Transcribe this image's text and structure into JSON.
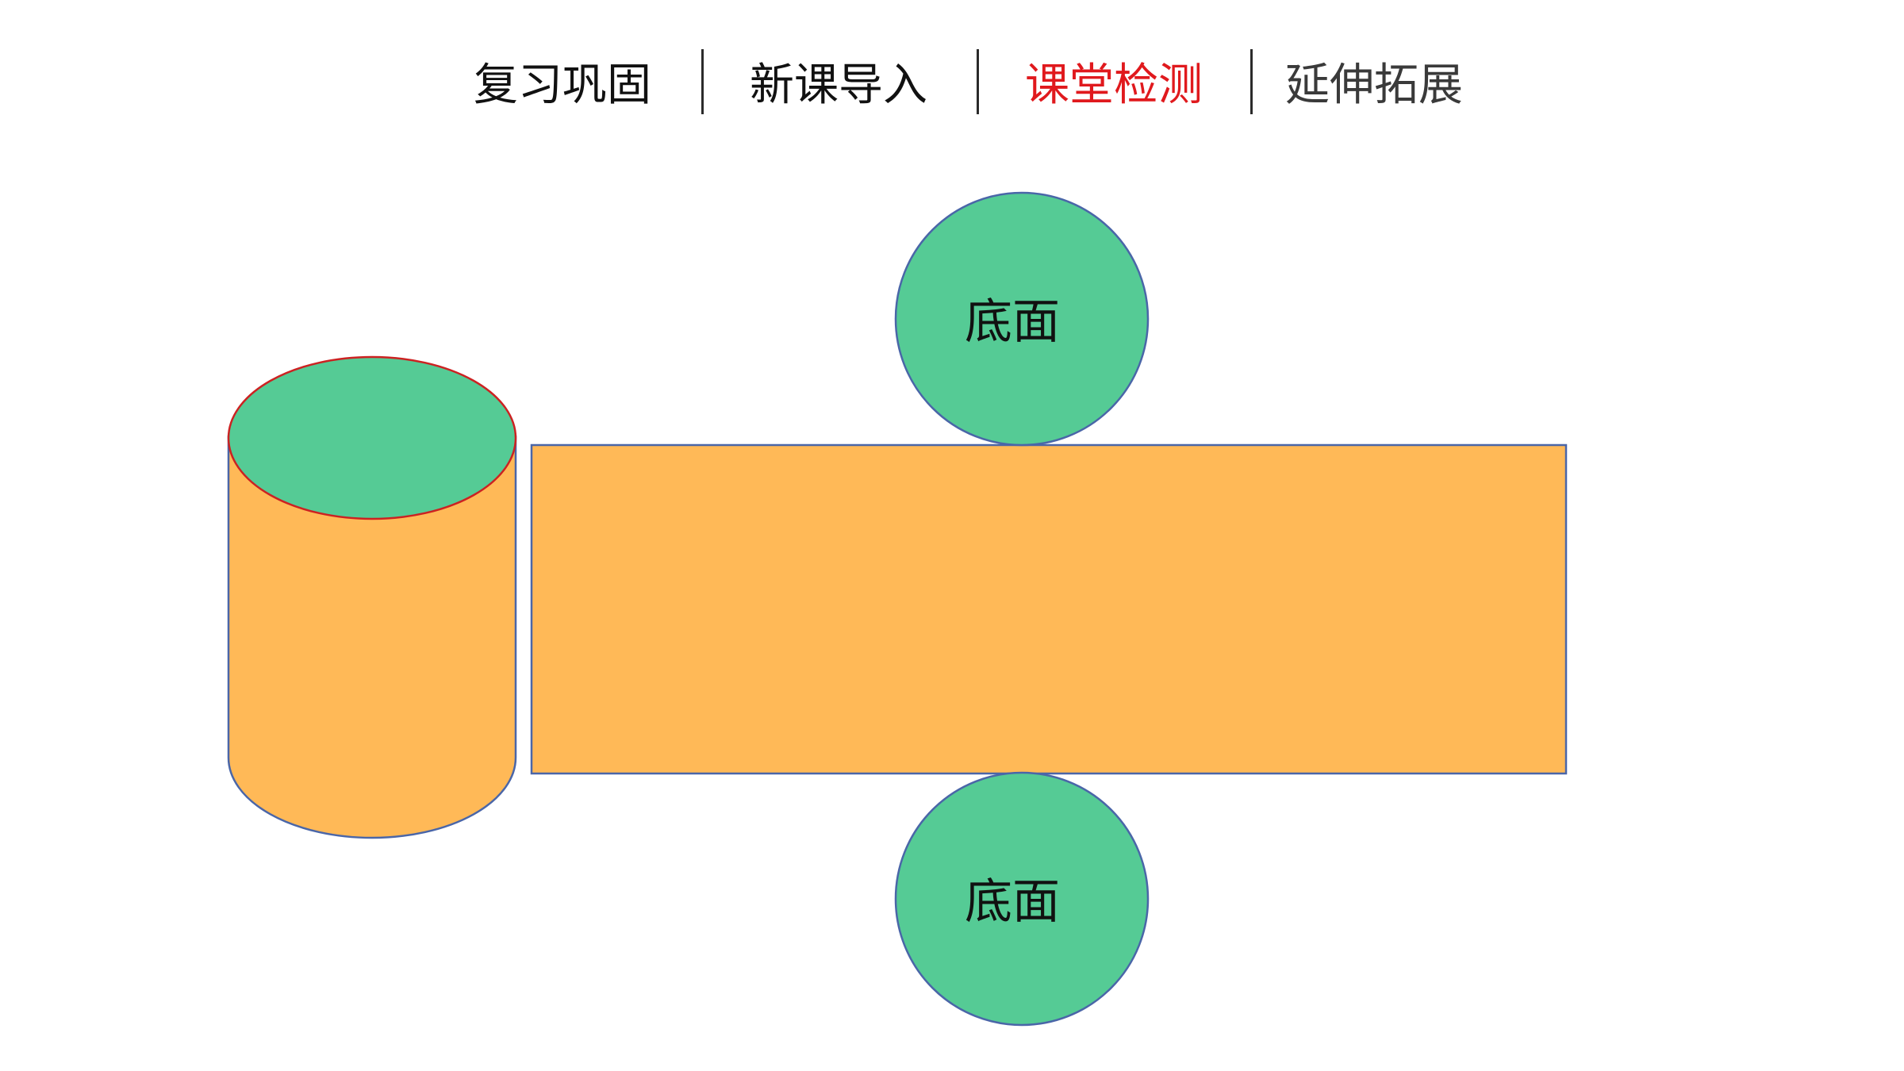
{
  "nav": {
    "items": [
      {
        "label": "复习巩固",
        "state": "default"
      },
      {
        "label": "新课导入",
        "state": "default"
      },
      {
        "label": "课堂检测",
        "state": "active"
      },
      {
        "label": "延伸拓展",
        "state": "muted"
      }
    ],
    "active_color": "#e0191d"
  },
  "diagram": {
    "top_base_label": "底面",
    "bottom_base_label": "底面",
    "colors": {
      "base_fill": "#55cb95",
      "side_fill": "#ffb957",
      "outline": "#4a66a8",
      "top_rim": "#cc2222"
    }
  }
}
